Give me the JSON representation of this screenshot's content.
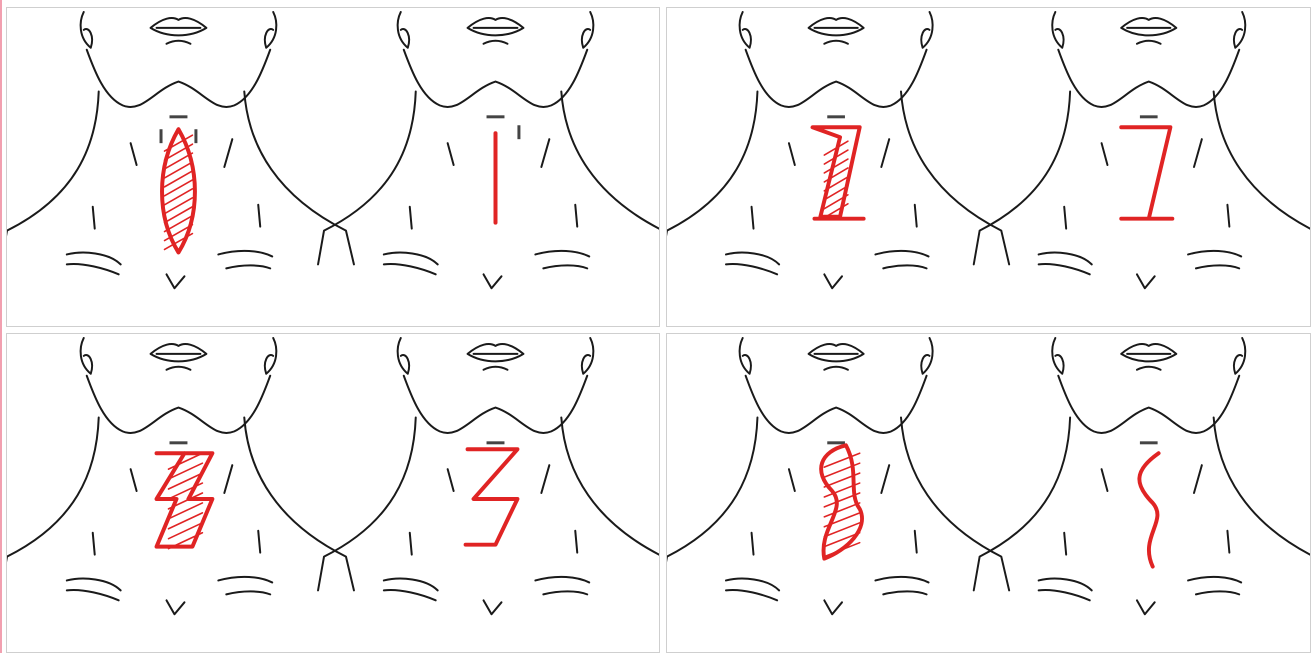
{
  "colors": {
    "incision_red": "#e02424",
    "outline_black": "#1a1a1a",
    "panel_border": "#cfcfcf",
    "left_edge_pink": "#f2a0b0"
  },
  "panels": [
    {
      "id": "p1",
      "excision_shape": "fusiform ellipse with hatched excised skin",
      "closure_shape": "straight vertical line"
    },
    {
      "id": "p2",
      "excision_shape": "single Z-plasty with hatched flap",
      "closure_shape": "Z-shaped line"
    },
    {
      "id": "p3",
      "excision_shape": "double Z-plasty with hatched flaps",
      "closure_shape": "zigzag (W) line"
    },
    {
      "id": "p4",
      "excision_shape": "S-shaped excision with hatched area",
      "closure_shape": "S-shaped wavy line"
    }
  ]
}
